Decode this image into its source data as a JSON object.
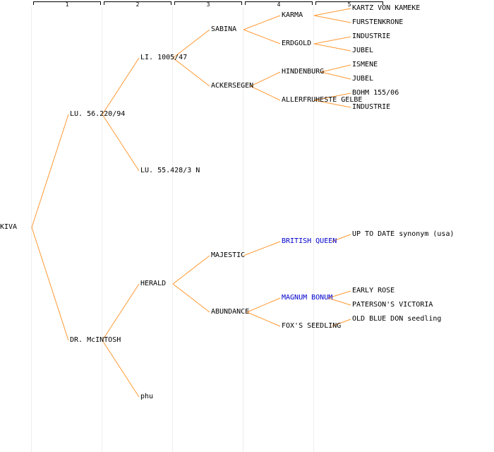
{
  "generations": [
    "1",
    "2",
    "3",
    "4",
    "5"
  ],
  "colors": {
    "edge": "#ff9933",
    "text": "#000000",
    "highlight": "#0000cc",
    "column_rule": "#eeeeee"
  },
  "tree": {
    "root": "KIVA",
    "gen1": {
      "father": "LU. 56.220/94",
      "mother": "DR. McINTOSH"
    },
    "gen2": {
      "lu56_father": "LI. 1005/47",
      "lu56_mother": "LU. 55.428/3 N",
      "mc_father": "HERALD",
      "mc_mother": "phu"
    },
    "gen3": {
      "sabina": "SABINA",
      "ackersegen": "ACKERSEGEN",
      "majestic": "MAJESTIC",
      "abundance": "ABUNDANCE"
    },
    "gen4": {
      "karma": "KARMA",
      "erdgold": "ERDGOLD",
      "hindenburg": "HINDENBURG",
      "allerfrueheste": "ALLERFRUHESTE GELBE",
      "british_queen": "BRITISH QUEEN",
      "magnum_bonum": "MAGNUM BONUM",
      "foxs_seedling": "FOX'S SEEDLING"
    },
    "gen5": {
      "kartz": "KARTZ VON KAMEKE",
      "furstenkrone": "FURSTENKRONE",
      "industrie_1": "INDUSTRIE",
      "jubel_1": "JUBEL",
      "ismene": "ISMENE",
      "jubel_2": "JUBEL",
      "bohm": "BOHM 155/06",
      "industrie_2": "INDUSTRIE",
      "up_to_date": "UP TO DATE synonym (usa)",
      "early_rose": "EARLY ROSE",
      "patersons_victoria": "PATERSON'S VICTORIA",
      "old_blue_don": "OLD BLUE DON seedling"
    }
  }
}
